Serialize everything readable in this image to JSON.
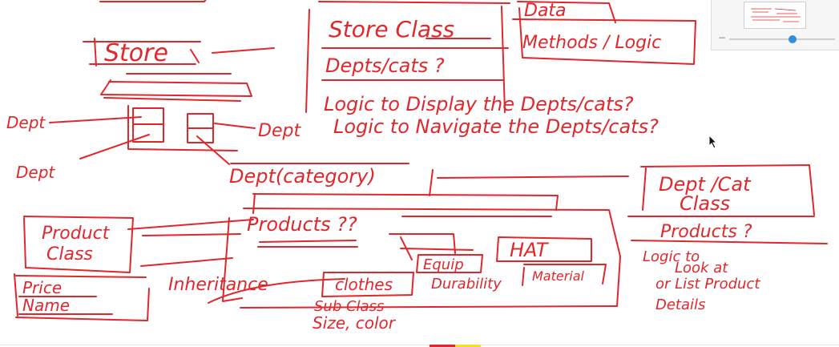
{
  "labels": {
    "store": "Store",
    "store_class": "Store Class",
    "depts_cats_q": "Depts/cats ?",
    "data": "Data",
    "methods_logic": "Methods / Logic",
    "logic_display": "Logic to Display the Depts/cats?",
    "logic_navigate": "Logic to Navigate the Depts/cats?",
    "dept_left_top": "Dept",
    "dept_left_bottom": "Dept",
    "dept_mid": "Dept",
    "dept_category": "Dept(category)",
    "dept_cat_class_1": "Dept /Cat",
    "dept_cat_class_2": "Class",
    "products_q_right": "Products ?",
    "logic_look_1": "Logic to",
    "logic_look_2": "Look at",
    "logic_look_3": "or List Product",
    "logic_look_4": "Details",
    "products_q_center": "Products ??",
    "product_class_1": "Product",
    "product_class_2": "Class",
    "price": "Price",
    "name": "Name",
    "inheritance": "Inheritance",
    "clothes": "clothes",
    "equip": "Equip",
    "hat": "HAT",
    "material": "Material",
    "durability": "Durability",
    "sub_class": "Sub Class",
    "size_color": "Size, color"
  },
  "preview": {
    "zoom_level": 0.6
  },
  "colors": {
    "ink": "#e0282c",
    "slider": "#2f8fdc",
    "marker_yellow": "#f5e21a"
  }
}
